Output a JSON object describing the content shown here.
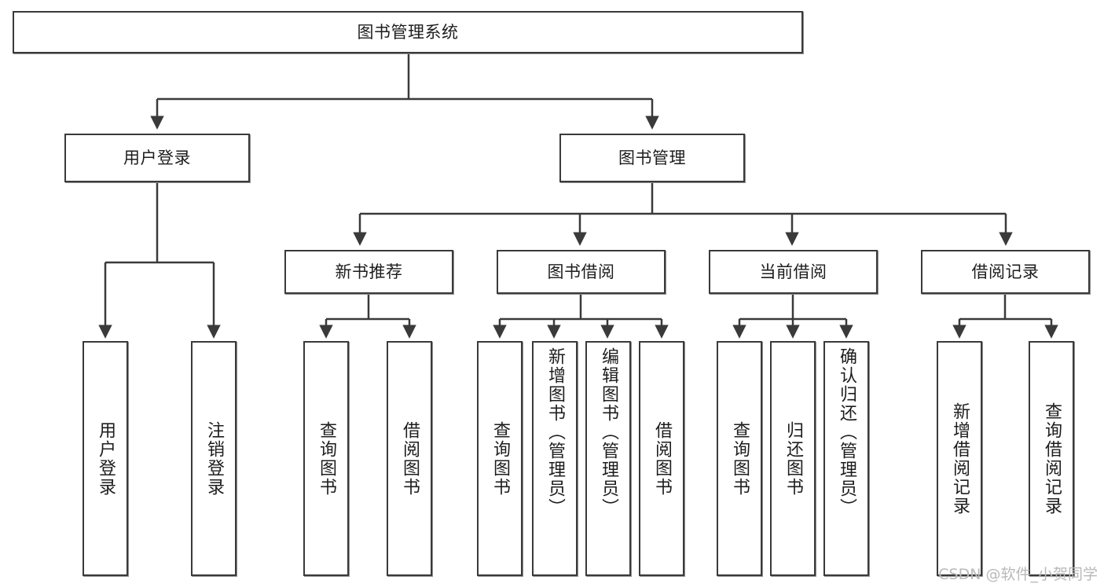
{
  "diagram": {
    "type": "tree",
    "title": "图书管理系统",
    "watermark": "CSDN @软件_小贺同学",
    "colors": {
      "border": "#3a3a3a",
      "background": "#ffffff",
      "text": "#1d1d1d",
      "edge": "#3a3a3a",
      "watermark": "#b9b9b9"
    },
    "nodes": {
      "root": {
        "label": "图书管理系统"
      },
      "level2": [
        {
          "id": "user-login",
          "label": "用户登录"
        },
        {
          "id": "book-manage",
          "label": "图书管理"
        }
      ],
      "level3": [
        {
          "id": "new-book-recommend",
          "label": "新书推荐"
        },
        {
          "id": "book-borrow",
          "label": "图书借阅"
        },
        {
          "id": "current-borrow",
          "label": "当前借阅"
        },
        {
          "id": "borrow-record",
          "label": "借阅记录"
        }
      ],
      "leaves": {
        "user-login": [
          {
            "id": "leaf-user-login",
            "label": "用户登录"
          },
          {
            "id": "leaf-user-logout",
            "label": "注销登录"
          }
        ],
        "new-book-recommend": [
          {
            "id": "leaf-query-book-1",
            "label": "查询图书"
          },
          {
            "id": "leaf-borrow-book-1",
            "label": "借阅图书"
          }
        ],
        "book-borrow": [
          {
            "id": "leaf-query-book-2",
            "label": "查询图书"
          },
          {
            "id": "leaf-add-book",
            "label": "新增图书（管理员）"
          },
          {
            "id": "leaf-edit-book",
            "label": "编辑图书（管理员）"
          },
          {
            "id": "leaf-borrow-book-2",
            "label": "借阅图书"
          }
        ],
        "current-borrow": [
          {
            "id": "leaf-query-book-3",
            "label": "查询图书"
          },
          {
            "id": "leaf-return-book",
            "label": "归还图书"
          },
          {
            "id": "leaf-confirm-return",
            "label": "确认归还（管理员）"
          }
        ],
        "borrow-record": [
          {
            "id": "leaf-add-record",
            "label": "新增借阅记录"
          },
          {
            "id": "leaf-query-record",
            "label": "查询借阅记录"
          }
        ]
      }
    }
  }
}
